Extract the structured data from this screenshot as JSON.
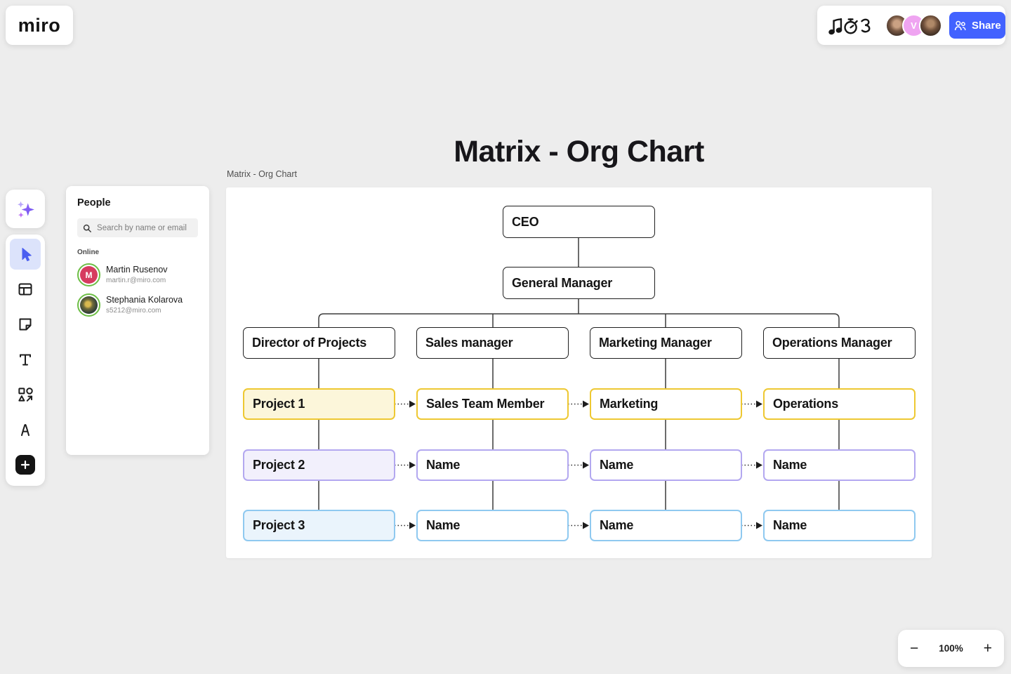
{
  "app": {
    "logo_text": "miro"
  },
  "topbar": {
    "facilitation_icons": [
      "music-note-icon",
      "timer-icon",
      "estimate-icon"
    ],
    "avatars": [
      {
        "kind": "photo",
        "label": ""
      },
      {
        "kind": "initial",
        "label": "V",
        "color": "#efa4f1"
      },
      {
        "kind": "photo",
        "label": ""
      }
    ],
    "share_label": "Share",
    "share_color": "#4262ff"
  },
  "toolbar": {
    "tools": [
      "ai-assistant",
      "select",
      "templates",
      "sticky-note",
      "text",
      "shapes",
      "letter-a",
      "add"
    ],
    "active_tool": "select",
    "active_bg": "#dce3fb"
  },
  "people_panel": {
    "title": "People",
    "search_placeholder": "Search by name or email",
    "online_label": "Online",
    "members": [
      {
        "name": "Martin Rusenov",
        "email": "martin.r@miro.com",
        "initial": "M",
        "avatar_color": "#d63b5f"
      },
      {
        "name": "Stephania Kolarova",
        "email": "s5212@miro.com",
        "initial": "",
        "avatar_color": "photo"
      }
    ],
    "online_ring_color": "#6dbe45"
  },
  "board": {
    "title": "Matrix - Org Chart",
    "frame_label": "Matrix - Org Chart"
  },
  "org_chart": {
    "root": "CEO",
    "manager": "General Manager",
    "columns": [
      "Director of Projects",
      "Sales manager",
      "Marketing Manager",
      "Operations Manager"
    ],
    "rows": [
      {
        "theme": "yellow",
        "cells": [
          "Project 1",
          "Sales Team Member",
          "Marketing",
          "Operations"
        ]
      },
      {
        "theme": "purple",
        "cells": [
          "Project 2",
          "Name",
          "Name",
          "Name"
        ]
      },
      {
        "theme": "blue",
        "cells": [
          "Project 3",
          "Name",
          "Name",
          "Name"
        ]
      }
    ],
    "colors": {
      "outline": "#1f1f1f",
      "yellow_border": "#eec832",
      "yellow_fill": "#fcf6da",
      "purple_border": "#b3a8f0",
      "purple_fill": "#f2f0fc",
      "blue_border": "#8fc9f0",
      "blue_fill": "#eaf4fc"
    }
  },
  "zoom_controls": {
    "minus": "−",
    "value": "100%",
    "plus": "+"
  },
  "theme": {
    "background": "#ededed",
    "accent_blue": "#4262ff"
  }
}
